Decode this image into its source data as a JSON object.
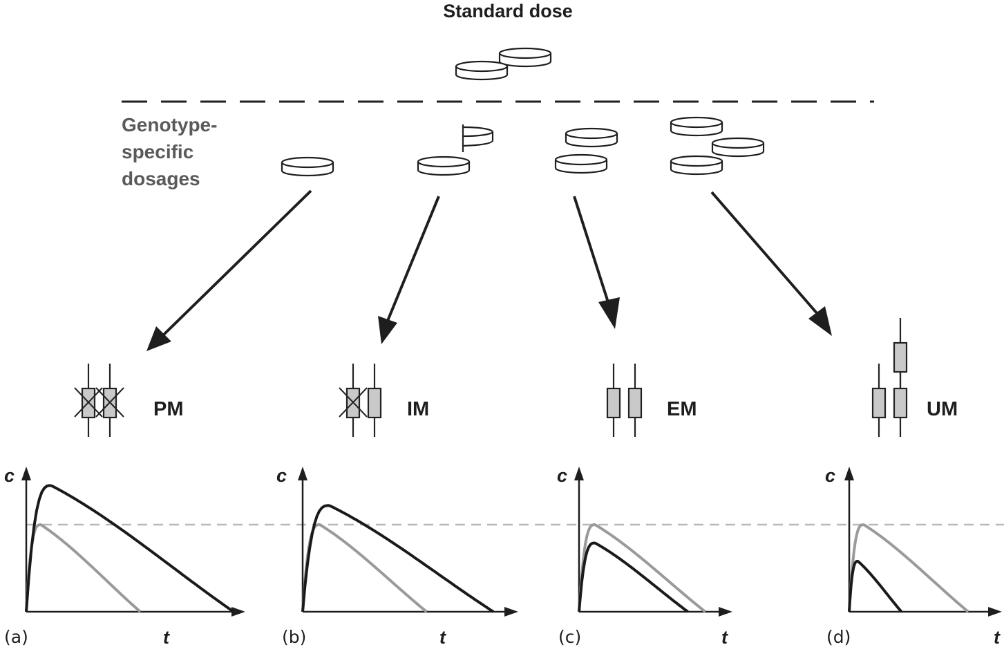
{
  "header": {
    "title": "Standard dose",
    "standard_tablets": 2
  },
  "section_label": [
    "Genotype-",
    "specific",
    "dosages"
  ],
  "groups": [
    {
      "id": "a",
      "phenotype": "PM",
      "tablets": 1,
      "genes": [
        {
          "state": "inactive"
        },
        {
          "state": "inactive"
        }
      ],
      "panel_label": "(a)",
      "y_label": "c",
      "x_label": "t",
      "curves": {
        "genotype_dose": {
          "peak": 1.45,
          "t_peak": 0.12,
          "t_end": 1.0,
          "color": "#1a1a1a"
        },
        "standard_reference": {
          "peak": 1.0,
          "t_peak": 0.07,
          "t_end": 0.55,
          "color": "#9a9a9a"
        }
      }
    },
    {
      "id": "b",
      "phenotype": "IM",
      "tablets": 1.5,
      "genes": [
        {
          "state": "inactive"
        },
        {
          "state": "active"
        }
      ],
      "panel_label": "(b)",
      "y_label": "c",
      "x_label": "t",
      "curves": {
        "genotype_dose": {
          "peak": 1.22,
          "t_peak": 0.14,
          "t_end": 1.0,
          "color": "#1a1a1a"
        },
        "standard_reference": {
          "peak": 1.0,
          "t_peak": 0.09,
          "t_end": 0.65,
          "color": "#9a9a9a"
        }
      }
    },
    {
      "id": "c",
      "phenotype": "EM",
      "tablets": 2,
      "genes": [
        {
          "state": "active"
        },
        {
          "state": "active"
        }
      ],
      "panel_label": "(c)",
      "y_label": "c",
      "x_label": "t",
      "curves": {
        "genotype_dose": {
          "peak": 0.79,
          "t_peak": 0.11,
          "t_end": 0.75,
          "color": "#1a1a1a"
        },
        "standard_reference": {
          "peak": 1.0,
          "t_peak": 0.11,
          "t_end": 0.87,
          "color": "#9a9a9a"
        }
      }
    },
    {
      "id": "d",
      "phenotype": "UM",
      "tablets": 3,
      "genes": [
        {
          "state": "active"
        },
        {
          "state": "active"
        },
        {
          "state": "duplicated"
        }
      ],
      "panel_label": "(d)",
      "y_label": "c",
      "x_label": "t",
      "curves": {
        "genotype_dose": {
          "peak": 0.58,
          "t_peak": 0.06,
          "t_end": 0.36,
          "color": "#1a1a1a"
        },
        "standard_reference": {
          "peak": 1.0,
          "t_peak": 0.1,
          "t_end": 0.82,
          "color": "#9a9a9a"
        }
      }
    }
  ],
  "threshold": {
    "level": 1.0,
    "style": "dashed",
    "color": "#b8b8b8"
  },
  "colors": {
    "ink": "#1e1e1e",
    "gene_fill": "#c9c9c9",
    "section_text": "#5a5a5a"
  }
}
